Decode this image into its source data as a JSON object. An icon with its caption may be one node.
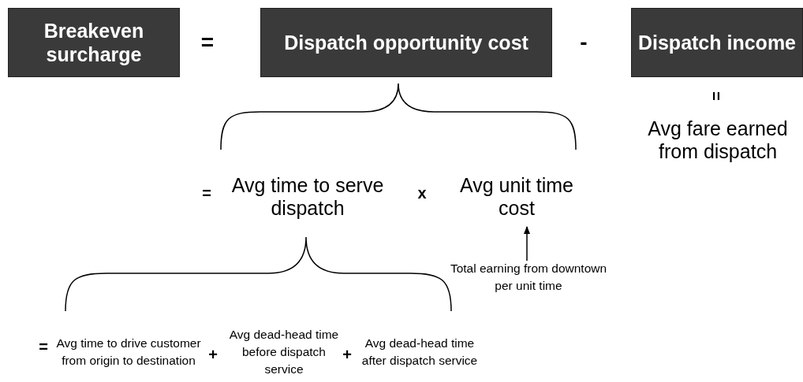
{
  "diagram": {
    "nodes": [
      {
        "text": [
          "Breakeven surcharge"
        ]
      },
      {
        "text": [
          "Dispatch opportunity cost"
        ]
      },
      {
        "text": [
          "Dispatch income"
        ]
      },
      {
        "text": [
          "Avg fare earned from dispatch"
        ]
      },
      {
        "text": [
          "Avg time to serve dispatch"
        ]
      },
      {
        "text": [
          "Avg unit time cost"
        ]
      },
      {
        "text": [
          "Total earning from downtown per unit time"
        ]
      },
      {
        "text": [
          "Avg time to drive customer from origin to destination"
        ]
      },
      {
        "text": [
          "Avg dead-head time before dispatch service"
        ]
      },
      {
        "text": [
          "Avg dead-head time after dispatch service"
        ]
      }
    ],
    "edges": [
      {
        "from": 6,
        "to": 5,
        "arrow": "to"
      }
    ],
    "labels": [
      "=",
      "-",
      "=",
      "=",
      "x",
      "=",
      "+",
      "+"
    ]
  }
}
